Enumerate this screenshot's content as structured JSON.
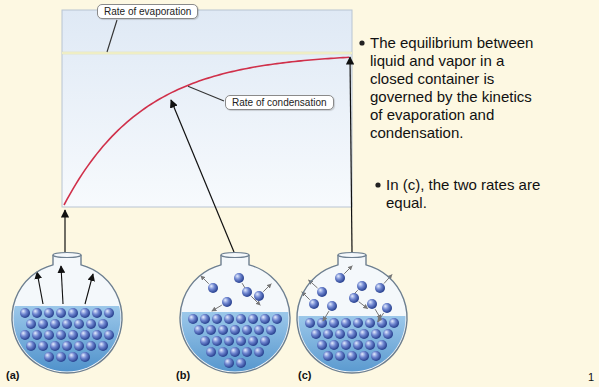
{
  "diagram": {
    "nodes": [
      {
        "text": [
          "Rate of evaporation"
        ]
      },
      {
        "text": [
          "Rate of condensation"
        ]
      }
    ],
    "labels": [
      "The equilibrium between liquid and vapor in a closed container is governed by the kinetics of evaporation and condensation.",
      "In (c), the two rates are equal.",
      "(a)",
      "(b)",
      "(c)",
      "1"
    ]
  }
}
